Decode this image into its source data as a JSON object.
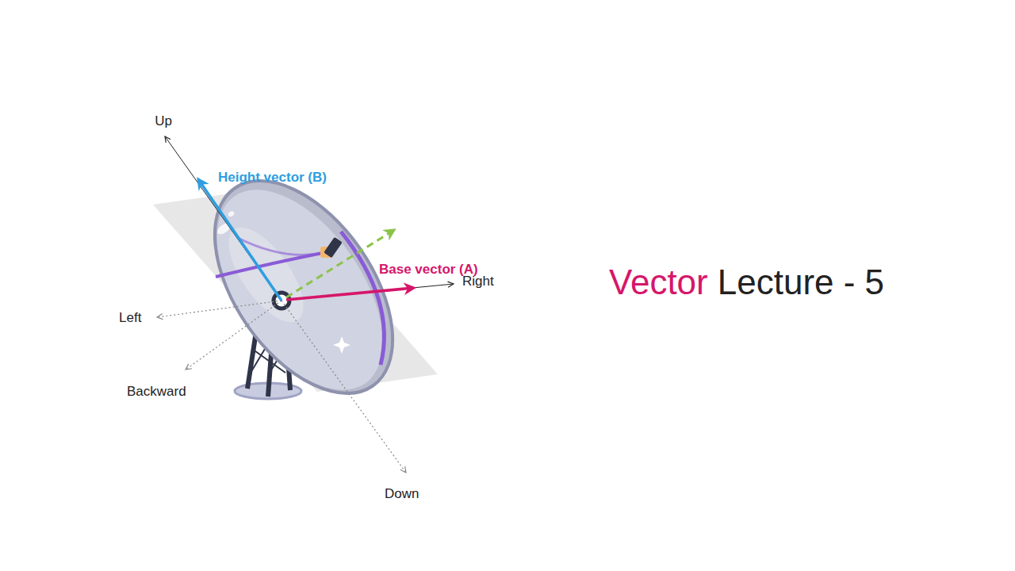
{
  "diagram": {
    "labels": [
      "Up",
      "Height vector (B)",
      "Base vector (A)",
      "Right",
      "Left",
      "Backward",
      "Down",
      "Vector",
      "Lecture - 5"
    ]
  }
}
